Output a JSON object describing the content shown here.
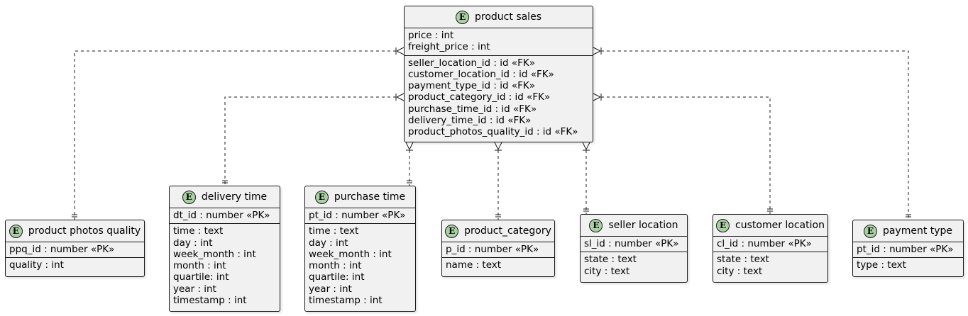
{
  "entity_badge": "E",
  "entities": {
    "product_sales": {
      "title": "product sales",
      "attributes": [
        "price : int",
        "freight_price : int"
      ],
      "foreign_keys": [
        "seller_location_id : id «FK»",
        "customer_location_id : id «FK»",
        "payment_type_id : id «FK»",
        "product_category_id : id «FK»",
        "purchase_time_id : id «FK»",
        "delivery_time_id : id «FK»",
        "product_photos_quality_id : id «FK»"
      ]
    },
    "product_photos_quality": {
      "title": "product photos quality",
      "keys": [
        "ppq_id : number «PK»"
      ],
      "attributes": [
        "quality : int"
      ]
    },
    "delivery_time": {
      "title": "delivery time",
      "keys": [
        "dt_id : number «PK»"
      ],
      "attributes": [
        "time : text",
        "day : int",
        "week_month : int",
        "month : int",
        "quartile: int",
        "year : int",
        "timestamp : int"
      ]
    },
    "purchase_time": {
      "title": "purchase time",
      "keys": [
        "pt_id : number «PK»"
      ],
      "attributes": [
        "time : text",
        "day : int",
        "week_month : int",
        "month : int",
        "quartile: int",
        "year : int",
        "timestamp : int"
      ]
    },
    "product_category": {
      "title": "product_category",
      "keys": [
        "p_id : number «PK»"
      ],
      "attributes": [
        "name : text"
      ]
    },
    "seller_location": {
      "title": "seller location",
      "keys": [
        "sl_id : number «PK»"
      ],
      "attributes": [
        "state : text",
        "city : text"
      ]
    },
    "customer_location": {
      "title": "customer location",
      "keys": [
        "cl_id : number «PK»"
      ],
      "attributes": [
        "state : text",
        "city : text"
      ]
    },
    "payment_type": {
      "title": "payment type",
      "keys": [
        "pt_id : number «PK»"
      ],
      "attributes": [
        "type : text"
      ]
    }
  },
  "relationships": [
    {
      "from": "product_sales",
      "to": "product_photos_quality",
      "from_cardinality": "one-or-many",
      "to_cardinality": "exactly-one",
      "style": "dashed"
    },
    {
      "from": "product_sales",
      "to": "delivery_time",
      "from_cardinality": "one-or-many",
      "to_cardinality": "exactly-one",
      "style": "dashed"
    },
    {
      "from": "product_sales",
      "to": "purchase_time",
      "from_cardinality": "one-or-many",
      "to_cardinality": "exactly-one",
      "style": "dashed"
    },
    {
      "from": "product_sales",
      "to": "product_category",
      "from_cardinality": "one-or-many",
      "to_cardinality": "exactly-one",
      "style": "dashed"
    },
    {
      "from": "product_sales",
      "to": "seller_location",
      "from_cardinality": "one-or-many",
      "to_cardinality": "exactly-one",
      "style": "dashed"
    },
    {
      "from": "product_sales",
      "to": "customer_location",
      "from_cardinality": "one-or-many",
      "to_cardinality": "exactly-one",
      "style": "dashed"
    },
    {
      "from": "product_sales",
      "to": "payment_type",
      "from_cardinality": "one-or-many",
      "to_cardinality": "exactly-one",
      "style": "dashed"
    }
  ],
  "colors": {
    "entity_fill": "#f1f1f1",
    "border": "#181818",
    "badge_fill": "#a9d0a3",
    "line": "#181818"
  }
}
